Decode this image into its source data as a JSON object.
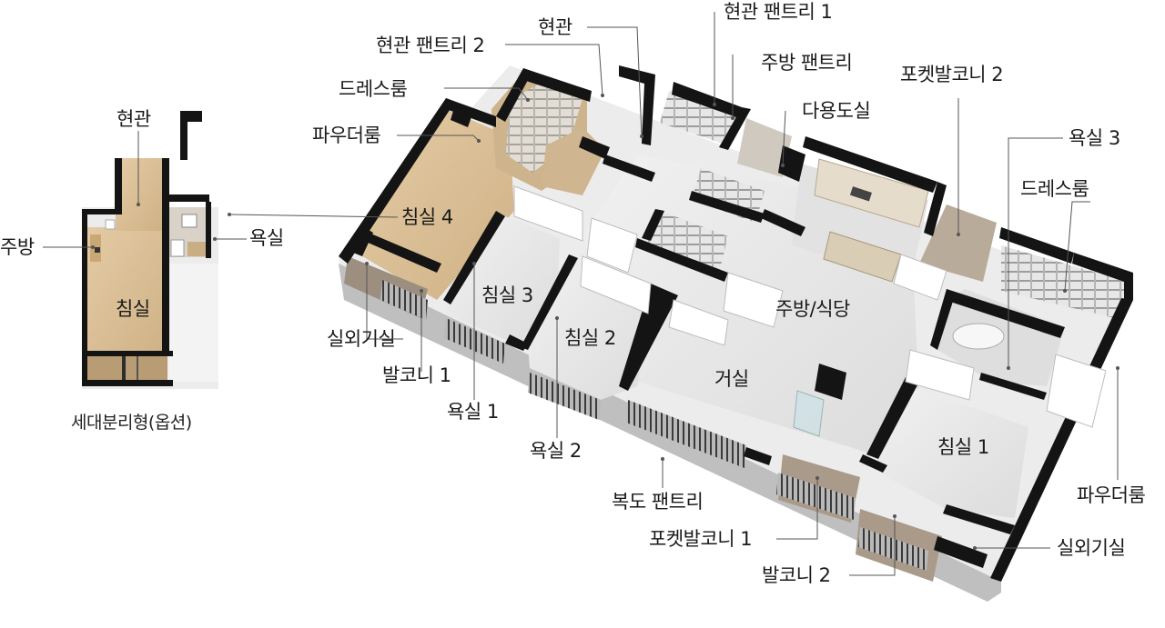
{
  "inset": {
    "labels": {
      "entrance": "현관",
      "kitchen": "주방",
      "bathroom": "욕실",
      "bedroom": "침실"
    },
    "caption": "세대분리형(옵션)"
  },
  "plan": {
    "labels": {
      "entrance_pantry_1": "현관 팬트리 1",
      "entrance": "현관",
      "entrance_pantry_2": "현관 팬트리 2",
      "kitchen_pantry": "주방 팬트리",
      "dressroom_left": "드레스룸",
      "pocket_balcony_2": "포켓발코니 2",
      "utility_room": "다용도실",
      "powder_room_left": "파우더룸",
      "bathroom_3": "욕실 3",
      "dressroom_right": "드레스룸",
      "bedroom_4": "침실 4",
      "bedroom_3": "침실 3",
      "kitchen_dining": "주방/식당",
      "outdoor_unit_left": "실외기실",
      "bedroom_2": "침실 2",
      "balcony_1": "발코니 1",
      "living_room": "거실",
      "bathroom_1": "욕실 1",
      "bedroom_1": "침실 1",
      "bathroom_2": "욕실 2",
      "powder_room_right": "파우더룸",
      "corridor_pantry": "복도 팬트리",
      "pocket_balcony_1": "포켓발코니 1",
      "outdoor_unit_right": "실외기실",
      "balcony_2": "발코니 2"
    }
  },
  "colors": {
    "wall": "#141414",
    "wood_floor": "#d9bf97",
    "tile_floor": "#e9e9e9",
    "balcony_floor": "#a99a8a",
    "leader_line": "#555555"
  }
}
